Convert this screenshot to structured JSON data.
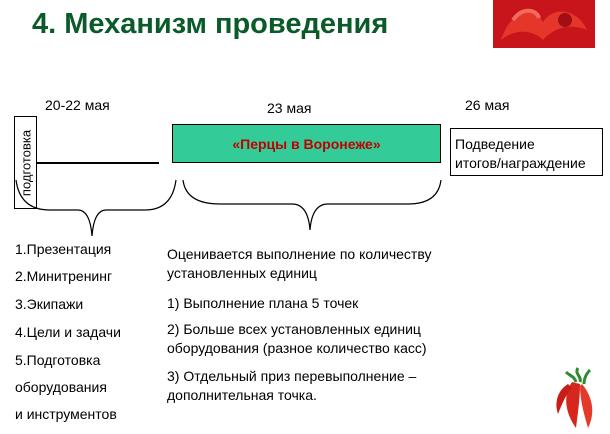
{
  "title": "4. Механизм проведения",
  "timeline": {
    "dates": [
      "20-22 мая",
      "23 мая",
      "26 мая"
    ],
    "prep_label": "подготовка",
    "event_label": "«Перцы в Воронеже»",
    "result_lines": [
      "Подведение",
      "итогов/награждение"
    ]
  },
  "prep_list": [
    "1.Презентация",
    "2.Минитренинг",
    "3.Экипажи",
    "4.Цели и задачи",
    "5.Подготовка",
    "оборудования",
    "и инструментов"
  ],
  "criteria": {
    "intro": [
      "Оцениваетcя выполнение по количеству",
      "установленных единиц"
    ],
    "items": [
      [
        "1) Выполнение плана 5 точек"
      ],
      [
        "2) Больше всех установленных единиц",
        "оборудования (разное количество касс)"
      ],
      [
        "3) Отдельный приз перевыполнение –",
        "дополнительная точка."
      ]
    ]
  },
  "colors": {
    "title": "#0b5a2a",
    "event_fill": "#33cc99",
    "event_text": "#c00000",
    "logo": "#c8151b"
  },
  "icons": {
    "logo": "red-pepper-logo",
    "decoration": "red-chili-peppers-icon"
  }
}
